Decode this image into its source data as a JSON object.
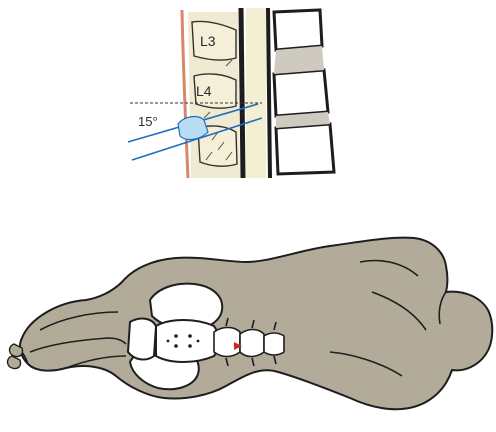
{
  "labels": {
    "vertebra_upper": "L3",
    "vertebra_lower": "L4",
    "angle": "15°"
  },
  "colors": {
    "skin": "#b3ab99",
    "outline": "#1e1e1e",
    "bone": "#ffffff",
    "spine_fill": "#f3efd2",
    "vertebra_shade": "#f1ead2",
    "dura": "#1d1d1d",
    "posterior_skin": "#d9876a",
    "needle": "#1f6fbf",
    "needle_tip": "#b9dcf2",
    "target": "#d22222"
  }
}
